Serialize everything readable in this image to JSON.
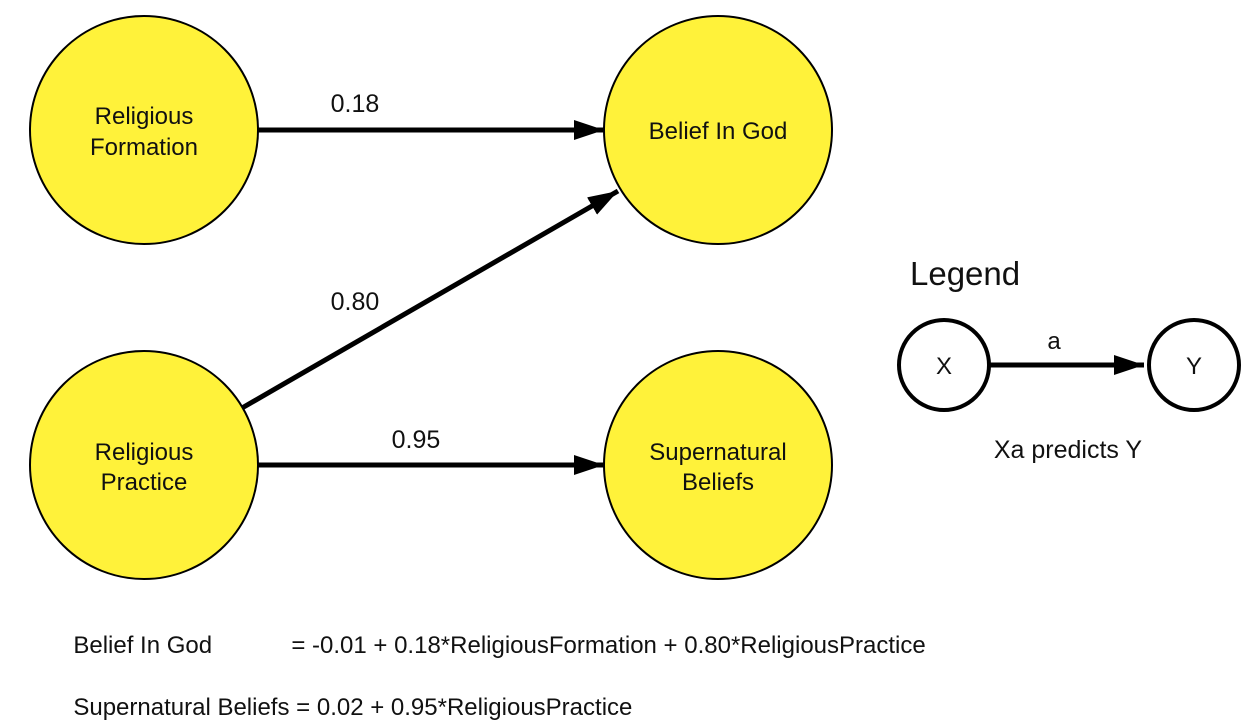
{
  "nodes": {
    "religious_formation": {
      "line1": "Religious",
      "line2": "Formation"
    },
    "religious_practice": {
      "line1": "Religious",
      "line2": "Practice"
    },
    "belief_in_god": {
      "label": "Belief In God"
    },
    "supernatural_beliefs": {
      "line1": "Supernatural",
      "line2": "Beliefs"
    }
  },
  "edges": {
    "formation_to_god": "0.18",
    "practice_to_god": "0.80",
    "practice_to_supernatural": "0.95"
  },
  "legend": {
    "title": "Legend",
    "node_x": "X",
    "node_y": "Y",
    "edge_label": "a",
    "caption": "Xa predicts Y"
  },
  "equations": [
    {
      "lhs": "Belief In God",
      "rhs": "= -0.01 + 0.18*ReligiousFormation + 0.80*ReligiousPractice"
    },
    {
      "lhs": "Supernatural Beliefs",
      "rhs": "= 0.02 + 0.95*ReligiousPractice"
    }
  ],
  "colors": {
    "node_fill": "#FFF23A",
    "stroke": "#000000"
  }
}
